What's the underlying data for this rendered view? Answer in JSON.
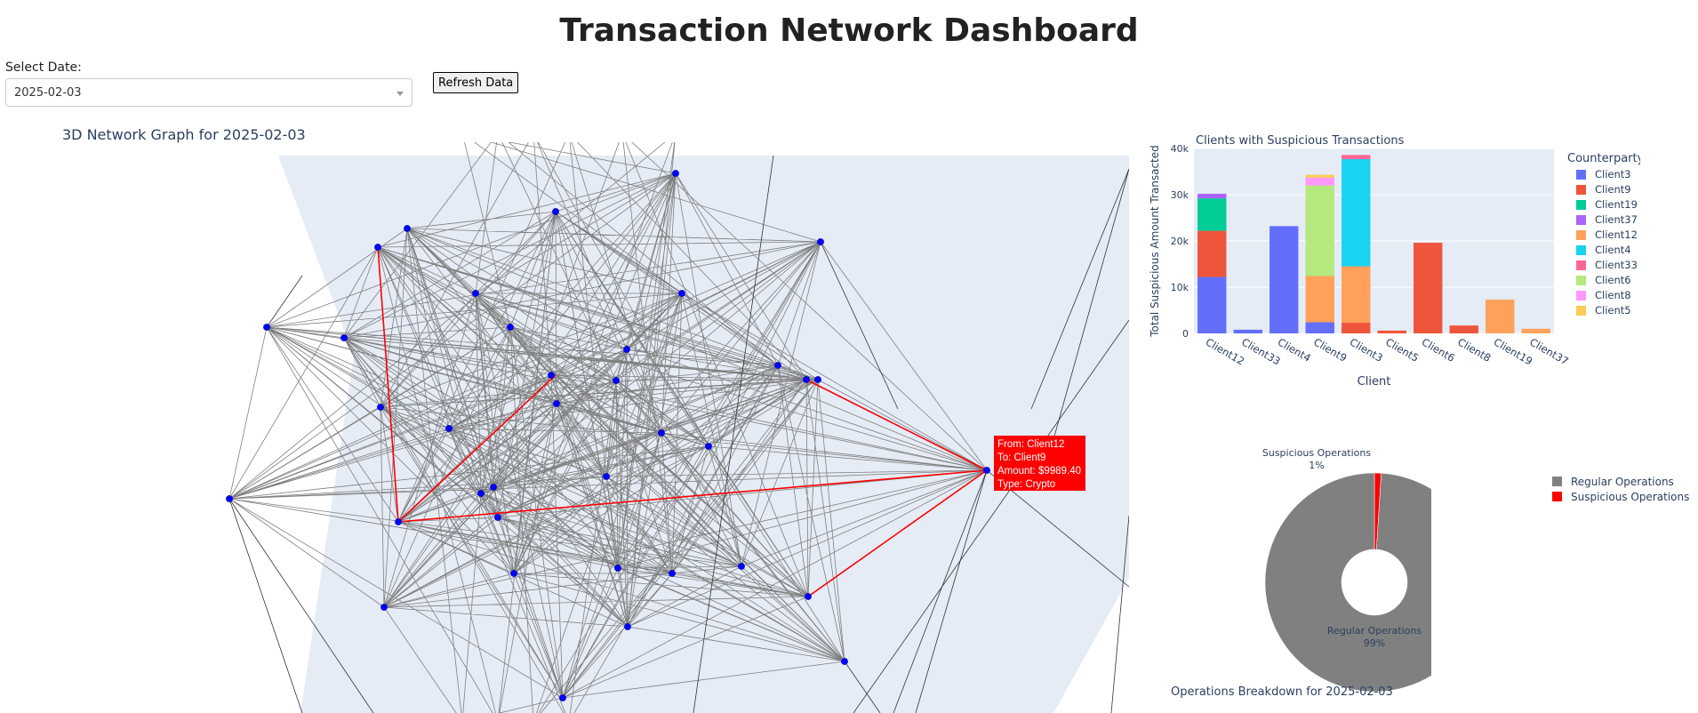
{
  "page": {
    "title": "Transaction Network Dashboard"
  },
  "controls": {
    "date_label": "Select Date:",
    "date_value": "2025-02-03",
    "refresh_label": "Refresh Data"
  },
  "network": {
    "title": "3D Network Graph for 2025-02-03",
    "tooltip": [
      "From: Client12",
      "To: Client9",
      "Amount: $9989.40",
      "Type: Crypto"
    ]
  },
  "chart_data": [
    {
      "type": "bar",
      "stacked": true,
      "title": "Clients with Suspicious Transactions",
      "xlabel": "Client",
      "ylabel": "Total Suspicious Amount Transacted",
      "ylim": [
        0,
        40000
      ],
      "yticks": [
        0,
        10000,
        20000,
        30000,
        40000
      ],
      "ytick_labels": [
        "0",
        "10k",
        "20k",
        "30k",
        "40k"
      ],
      "legend_title": "Counterparty",
      "legend_position": "right",
      "categories": [
        "Client12",
        "Client33",
        "Client4",
        "Client9",
        "Client3",
        "Client5",
        "Client6",
        "Client8",
        "Client19",
        "Client37"
      ],
      "series": [
        {
          "name": "Client3",
          "color": "#636efa",
          "values": [
            12200,
            800,
            23200,
            2400,
            0,
            0,
            0,
            0,
            0,
            0
          ]
        },
        {
          "name": "Client9",
          "color": "#ef553b",
          "values": [
            10000,
            0,
            0,
            0,
            2300,
            600,
            19600,
            1700,
            0,
            0
          ]
        },
        {
          "name": "Client19",
          "color": "#00cc96",
          "values": [
            7000,
            0,
            0,
            0,
            0,
            0,
            0,
            0,
            0,
            0
          ]
        },
        {
          "name": "Client37",
          "color": "#ab63fa",
          "values": [
            1000,
            0,
            0,
            0,
            0,
            0,
            0,
            0,
            0,
            0
          ]
        },
        {
          "name": "Client12",
          "color": "#ffa15a",
          "values": [
            0,
            0,
            0,
            10000,
            12200,
            0,
            0,
            0,
            7300,
            1000
          ]
        },
        {
          "name": "Client4",
          "color": "#19d3f3",
          "values": [
            0,
            0,
            0,
            0,
            23200,
            0,
            0,
            0,
            0,
            0
          ]
        },
        {
          "name": "Client33",
          "color": "#ff6692",
          "values": [
            0,
            0,
            0,
            0,
            900,
            0,
            0,
            0,
            0,
            0
          ]
        },
        {
          "name": "Client6",
          "color": "#b6e880",
          "values": [
            0,
            0,
            0,
            19600,
            0,
            0,
            0,
            0,
            0,
            0
          ]
        },
        {
          "name": "Client8",
          "color": "#ff97ff",
          "values": [
            0,
            0,
            0,
            1700,
            0,
            0,
            0,
            0,
            0,
            0
          ]
        },
        {
          "name": "Client5",
          "color": "#fecb52",
          "values": [
            0,
            0,
            0,
            600,
            0,
            0,
            0,
            0,
            0,
            0
          ]
        }
      ]
    },
    {
      "type": "pie",
      "hole": true,
      "title": "Operations Breakdown for 2025-02-03",
      "legend_position": "right",
      "slices": [
        {
          "name": "Regular Operations",
          "percent": 99,
          "pct_label": "99%",
          "color": "#808080"
        },
        {
          "name": "Suspicious Operations",
          "percent": 1,
          "pct_label": "1%",
          "color": "#ff0000"
        }
      ]
    }
  ]
}
